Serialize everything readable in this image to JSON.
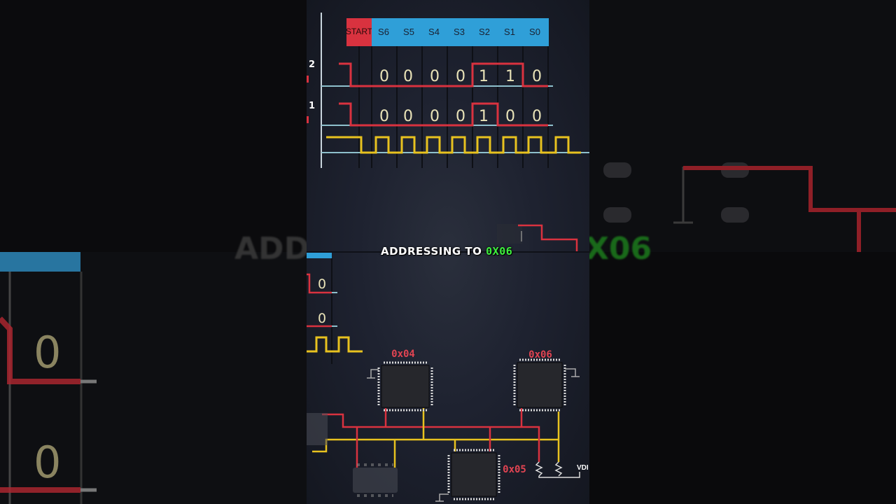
{
  "caption": {
    "prefix": "ADDRESSING TO",
    "highlight": "0X06"
  },
  "blur_caption": {
    "left_part": "ADD",
    "right_part": "X06"
  },
  "timing": {
    "header_cells": [
      "START",
      "S6",
      "S5",
      "S4",
      "S3",
      "S2",
      "S1",
      "S0"
    ],
    "row1_bits": [
      "0",
      "0",
      "0",
      "0",
      "1",
      "1",
      "0"
    ],
    "row2_bits": [
      "0",
      "0",
      "0",
      "0",
      "1",
      "0",
      "0"
    ],
    "side_labels": [
      "2",
      "1"
    ]
  },
  "bottom_partial_bits": [
    "0",
    "0"
  ],
  "left_blur_bits": [
    "0",
    "0"
  ],
  "chips": [
    {
      "label": "0x04"
    },
    {
      "label": "0x06"
    },
    {
      "label": "0x05"
    }
  ],
  "vdd_label": "VDI",
  "colors": {
    "red": "#d9323f",
    "yellow": "#e8c21f",
    "blue": "#2f9fd8",
    "green": "#3ef23e"
  }
}
